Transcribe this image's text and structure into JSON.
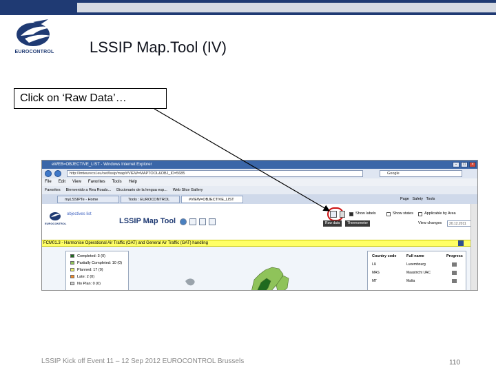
{
  "slide": {
    "title": "LSSIP Map.Tool (IV)",
    "logo_text": "EUROCONTROL",
    "callout": "Click on ‘Raw Data’…",
    "footer": "LSSIP Kick off Event 11 – 12 Sep 2012 EUROCONTROL Brussels",
    "page_number": "110"
  },
  "browser": {
    "window_title": "eWEB=OBJECTIVE_LIST - Windows Internet Explorer",
    "url": "http://imteurecsl.eu/oet/lssip/map/#VIEW=MAPTOOL&OBJ_ID=5685",
    "search_placeholder": "Google",
    "menu": [
      "File",
      "Edit",
      "View",
      "Favorites",
      "Tools",
      "Help"
    ],
    "favorites": [
      "Favorites",
      "Bienvenido a Rea Roads...",
      "Diccionario de la lengua esp...",
      "Web Slice Gallery"
    ],
    "tabs": [
      "myLSSIPTe - Home",
      "Tools : EUROCONTROL",
      "#VIEW=OBJECTIVE_LIST"
    ],
    "commands": [
      "Page",
      "Safety",
      "Tools"
    ]
  },
  "app": {
    "objectives_link": "objectives list",
    "title": "LSSIP Map Tool",
    "raw_data_tooltip": "Raw data",
    "thermometer_tooltip": "Thermometer",
    "show_labels": "Show labels",
    "show_states": "Show states",
    "applicable_by_area": "Applicable by Area",
    "view_changes": "View changes",
    "date_value": "20.12.2011",
    "objective_bar": "FCM01.3 - Harmonise Operational Air Traffic (OAT) and General Air Traffic (GAT) handling"
  },
  "legend": [
    {
      "label": "Completed: 3 (0)",
      "color": "#1f6b1f"
    },
    {
      "label": "Partially Completed: 10 (0)",
      "color": "#8fc35a"
    },
    {
      "label": "Planned: 17 (0)",
      "color": "#e8f06a"
    },
    {
      "label": "Late: 2 (0)",
      "color": "#f08a2a"
    },
    {
      "label": "No Plan: 0 (0)",
      "color": "#d0d0d0"
    }
  ],
  "country_table": {
    "headers": [
      "Country code",
      "Full name",
      "Progress"
    ],
    "rows": [
      {
        "code": "LU",
        "name": "Luxembourg"
      },
      {
        "code": "MAS",
        "name": "Maastricht UAC"
      },
      {
        "code": "MT",
        "name": "Malta"
      }
    ]
  },
  "colors": {
    "brand_navy": "#1f3a73",
    "highlight_red": "#cc1111",
    "objective_bar": "#ffff66"
  }
}
